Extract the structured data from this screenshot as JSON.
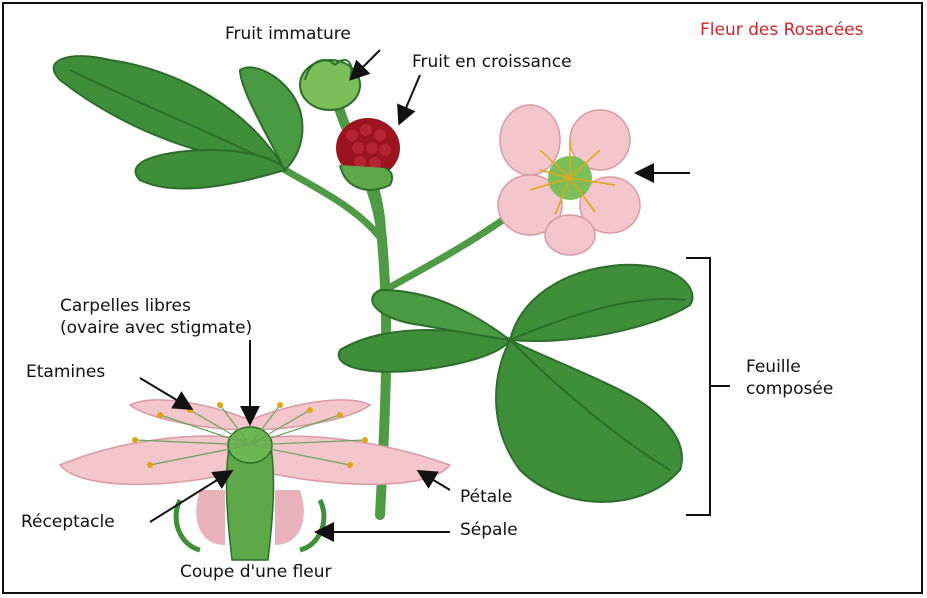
{
  "title": "Fleur des Rosacées",
  "labels": {
    "fruit_immature": "Fruit immature",
    "fruit_croissance": "Fruit en croissance",
    "carpelles_line1": "Carpelles libres",
    "carpelles_line2": "(ovaire avec stigmate)",
    "etamines": "Etamines",
    "receptacle": "Réceptacle",
    "petale": "Pétale",
    "sepale": "Sépale",
    "coupe": "Coupe d'une fleur",
    "feuille_line1": "Feuille",
    "feuille_line2": "composée"
  },
  "colors": {
    "title": "#d4232a",
    "leaf": "#3f8f3a",
    "leaf_dark": "#2c6e2b",
    "stem": "#4f9a45",
    "petal": "#f3c6cc",
    "fruit": "#9b1420",
    "stamen": "#e2a514"
  }
}
